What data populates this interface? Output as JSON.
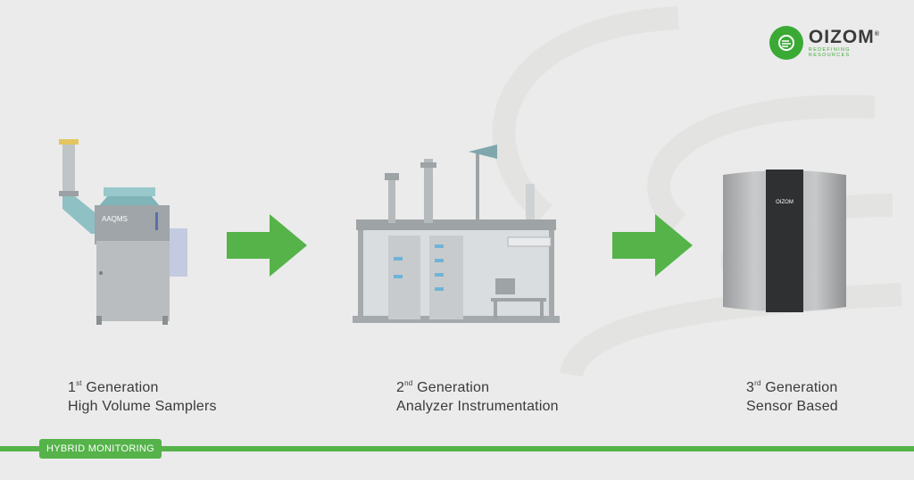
{
  "logo": {
    "name": "OIZOM",
    "reg": "®",
    "tagline": "REDEFINING RESOURCES"
  },
  "sampler_label": "AAQMS",
  "sensor_brand": "OIZOM",
  "generations": [
    {
      "ord": "1",
      "sup": "st",
      "title": "Generation",
      "subtitle": "High Volume Samplers"
    },
    {
      "ord": "2",
      "sup": "nd",
      "title": "Generation",
      "subtitle": "Analyzer Instrumentation"
    },
    {
      "ord": "3",
      "sup": "rd",
      "title": "Generation",
      "subtitle": "Sensor Based"
    }
  ],
  "footer_tag": "HYBRID MONITORING",
  "colors": {
    "accent": "#55b34a",
    "background": "#ebebeb",
    "text": "#3a3a3a"
  }
}
